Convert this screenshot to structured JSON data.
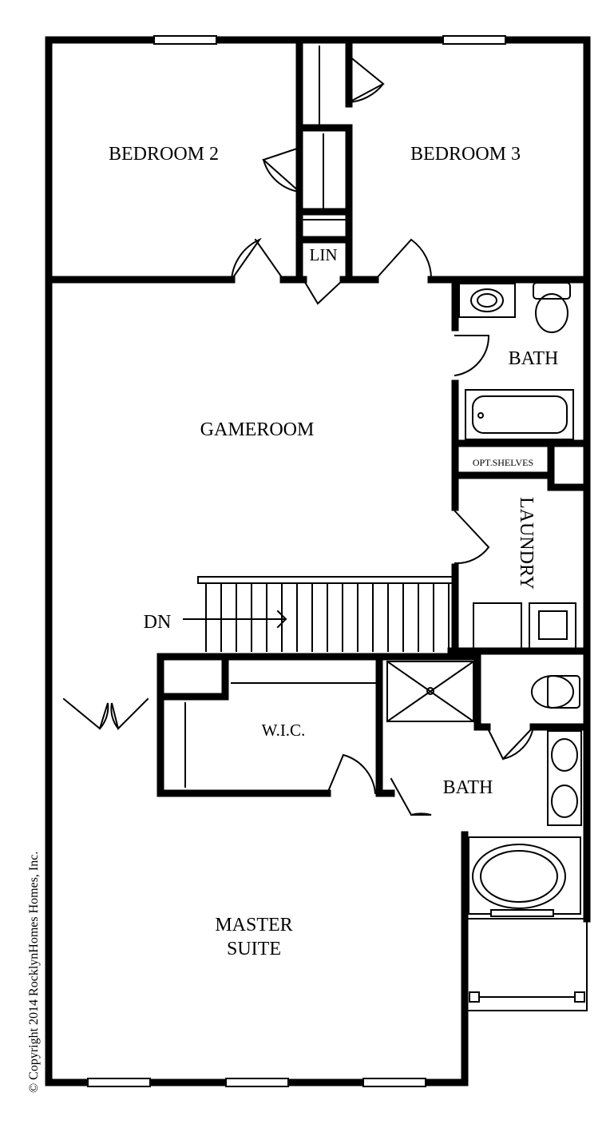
{
  "rooms": {
    "bedroom2": "BEDROOM 2",
    "bedroom3": "BEDROOM 3",
    "linen": "LIN",
    "bath_upper": "BATH",
    "gameroom": "GAMEROOM",
    "opt_shelves": "OPT.SHELVES",
    "laundry": "LAUNDRY",
    "stairs_dn": "DN",
    "wic": "W.I.C.",
    "bath_master": "BATH",
    "master_line1": "MASTER",
    "master_line2": "SUITE"
  },
  "copyright": "© Copyright 2014 RocklynHomes Homes, Inc.",
  "colors": {
    "wall": "#000000",
    "background": "#ffffff"
  }
}
